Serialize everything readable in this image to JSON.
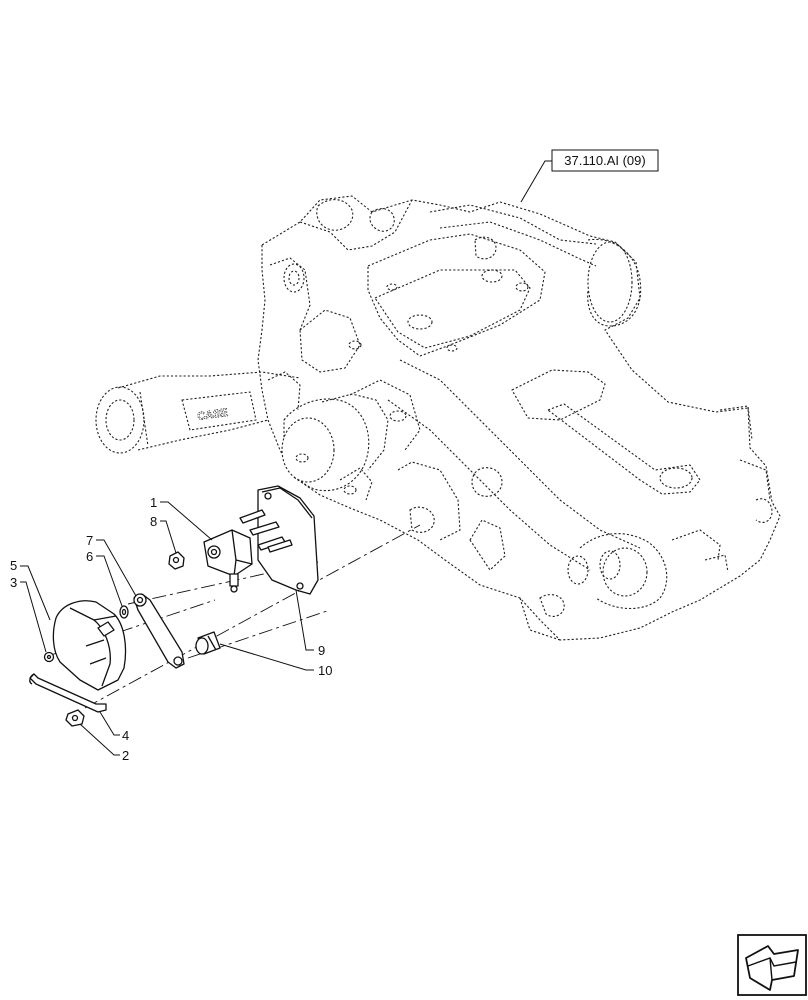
{
  "reference_label": "37.110.AI (09)",
  "housing_brand": "CASE",
  "callouts": [
    {
      "number": "1"
    },
    {
      "number": "2"
    },
    {
      "number": "3"
    },
    {
      "number": "4"
    },
    {
      "number": "5"
    },
    {
      "number": "6"
    },
    {
      "number": "7"
    },
    {
      "number": "8"
    },
    {
      "number": "9"
    },
    {
      "number": "10"
    }
  ],
  "nav_icon": "next-page-arrow-icon"
}
